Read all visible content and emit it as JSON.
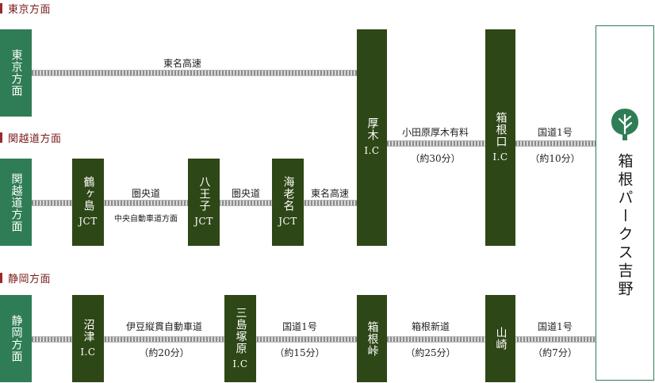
{
  "sections": {
    "tokyo": "東京方面",
    "kanetsu": "関越道方面",
    "shizuoka": "静岡方面"
  },
  "origins": {
    "tokyo": "東京方面",
    "kanetsu": "関越道方面",
    "shizuoka": "静岡方面"
  },
  "nodes": {
    "atsugi": {
      "name": "厚木",
      "sub": "I.C"
    },
    "hakoneguchi": {
      "name": "箱根口",
      "sub": "I.C"
    },
    "tsurugashima": {
      "name": "鶴ヶ島",
      "sub": "JCT"
    },
    "hachioji": {
      "name": "八王子",
      "sub": "JCT"
    },
    "ebina": {
      "name": "海老名",
      "sub": "JCT"
    },
    "numazu": {
      "name": "沼津",
      "sub": "I.C"
    },
    "mishima": {
      "name": "三島塚原",
      "sub": "I.C"
    },
    "hakonetoge": {
      "name": "箱根峠",
      "sub": ""
    },
    "yamazaki": {
      "name": "山崎",
      "sub": ""
    }
  },
  "routes": {
    "r1": "東名高速",
    "r2_name": "小田原厚木有料",
    "r2_time": "（約30分）",
    "r3_name": "国道1号",
    "r3_time": "（約10分）",
    "r4": "圏央道",
    "r4_sub": "中央自動車道方面",
    "r5": "圏央道",
    "r6": "東名高速",
    "r7_name": "伊豆縦貫自動車道",
    "r7_time": "（約20分）",
    "r8_name": "国道1号",
    "r8_time": "（約15分）",
    "r9_name": "箱根新道",
    "r9_time": "（約25分）",
    "r10_name": "国道1号",
    "r10_time": "（約7分）"
  },
  "destination": {
    "name": "箱根パークス吉野",
    "icon": "tree-logo-icon",
    "brand_color": "#2f7d56"
  },
  "colors": {
    "origin": "#2f7d56",
    "node": "#2e4716",
    "header": "#7a1a1a"
  }
}
